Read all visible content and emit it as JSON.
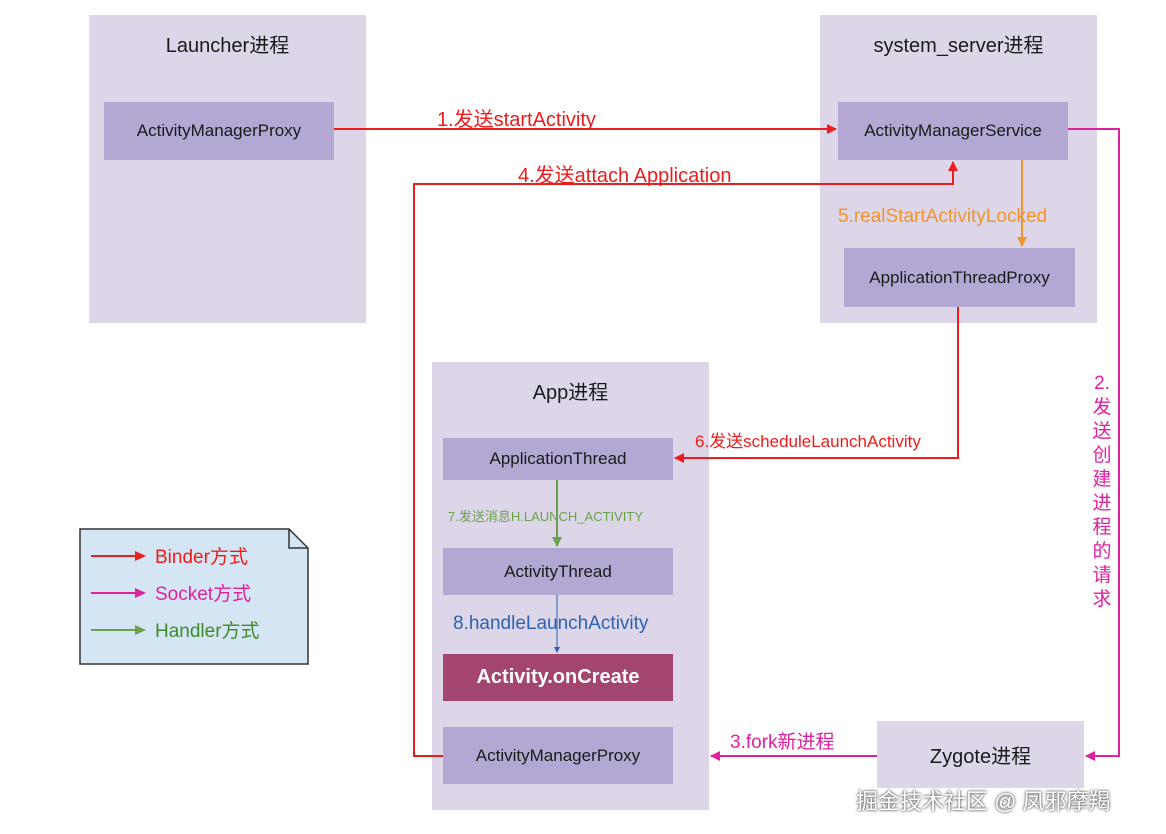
{
  "processes": {
    "launcher": {
      "title": "Launcher进程",
      "box": "ActivityManagerProxy"
    },
    "system_server": {
      "title": "system_server进程",
      "ams": "ActivityManagerService",
      "atp": "ApplicationThreadProxy"
    },
    "app": {
      "title": "App进程",
      "application_thread": "ApplicationThread",
      "activity_thread": "ActivityThread",
      "on_create": "Activity.onCreate",
      "amp": "ActivityManagerProxy"
    },
    "zygote": {
      "title": "Zygote进程"
    }
  },
  "steps": {
    "s1": "1.发送startActivity",
    "s2": "2.发送创建进程的请求",
    "s3": "3.fork新进程",
    "s4": "4.发送attach Application",
    "s5": "5.realStartActivityLocked",
    "s6": "6.发送scheduleLaunchActivity",
    "s7": "7.发送消息H.LAUNCH_ACTIVITY",
    "s8": "8.handleLaunchActivity"
  },
  "legend": {
    "binder": "Binder方式",
    "socket": "Socket方式",
    "handler": "Handler方式"
  },
  "colors": {
    "binder": "#ee1c1c",
    "socket": "#e0219e",
    "handler": "#6aa14a",
    "orange": "#f0952e",
    "blue": "#2d62b0",
    "process_bg": "#dcd6e8",
    "box_bg": "#b3a8d4",
    "highlight_box": "#a3456e",
    "legend_bg": "#d4e6f4"
  },
  "watermark": "掘金技术社区 @ 凤邪摩羯"
}
